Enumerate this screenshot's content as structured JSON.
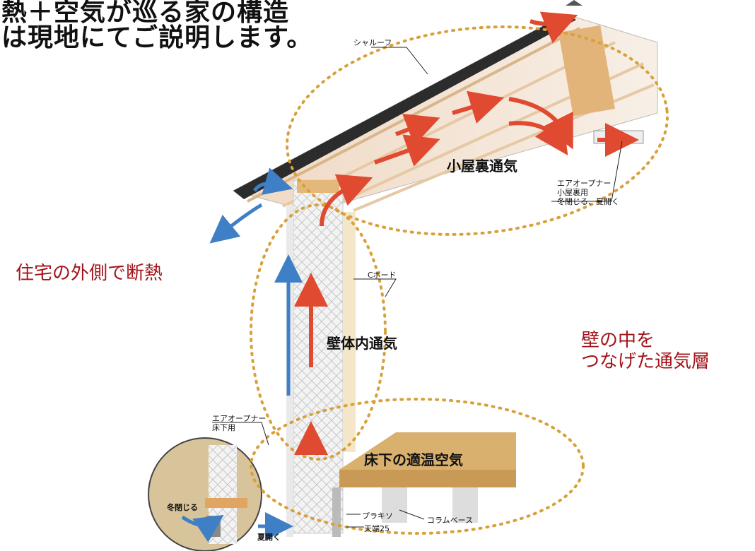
{
  "title": {
    "line1": "熱＋空気が巡る家の構造",
    "line2": "は現地にてご説明します。"
  },
  "labels": {
    "outside_insulation": "住宅の外側で断熱",
    "wall_layer_line1": "壁の中を",
    "wall_layer_line2": "つなげた通気層",
    "attic_ventilation": "小屋裏通気",
    "wall_ventilation": "壁体内通気",
    "underfloor_air": "床下の適温空気"
  },
  "callouts": {
    "shell_roof": "シャルーフ",
    "air_opener_attic_1": "エアオープナー",
    "air_opener_attic_2": "小屋裏用",
    "air_opener_attic_3": "冬閉じる、夏開く",
    "c_board": "Cボード",
    "air_opener_floor_1": "エアオープナー",
    "air_opener_floor_2": "床下用",
    "winter_close": "冬閉じる",
    "summer_open": "夏開く",
    "plastic": "プラキソ",
    "ceiling_25": "天端25",
    "column_base": "コラムベース"
  },
  "colors": {
    "accent_red": "#a3141a",
    "warm_arrow": "#e8553a",
    "cool_arrow": "#3f7fc6",
    "wood": "#e9c48c",
    "dotted_ring": "#d9a03a"
  }
}
